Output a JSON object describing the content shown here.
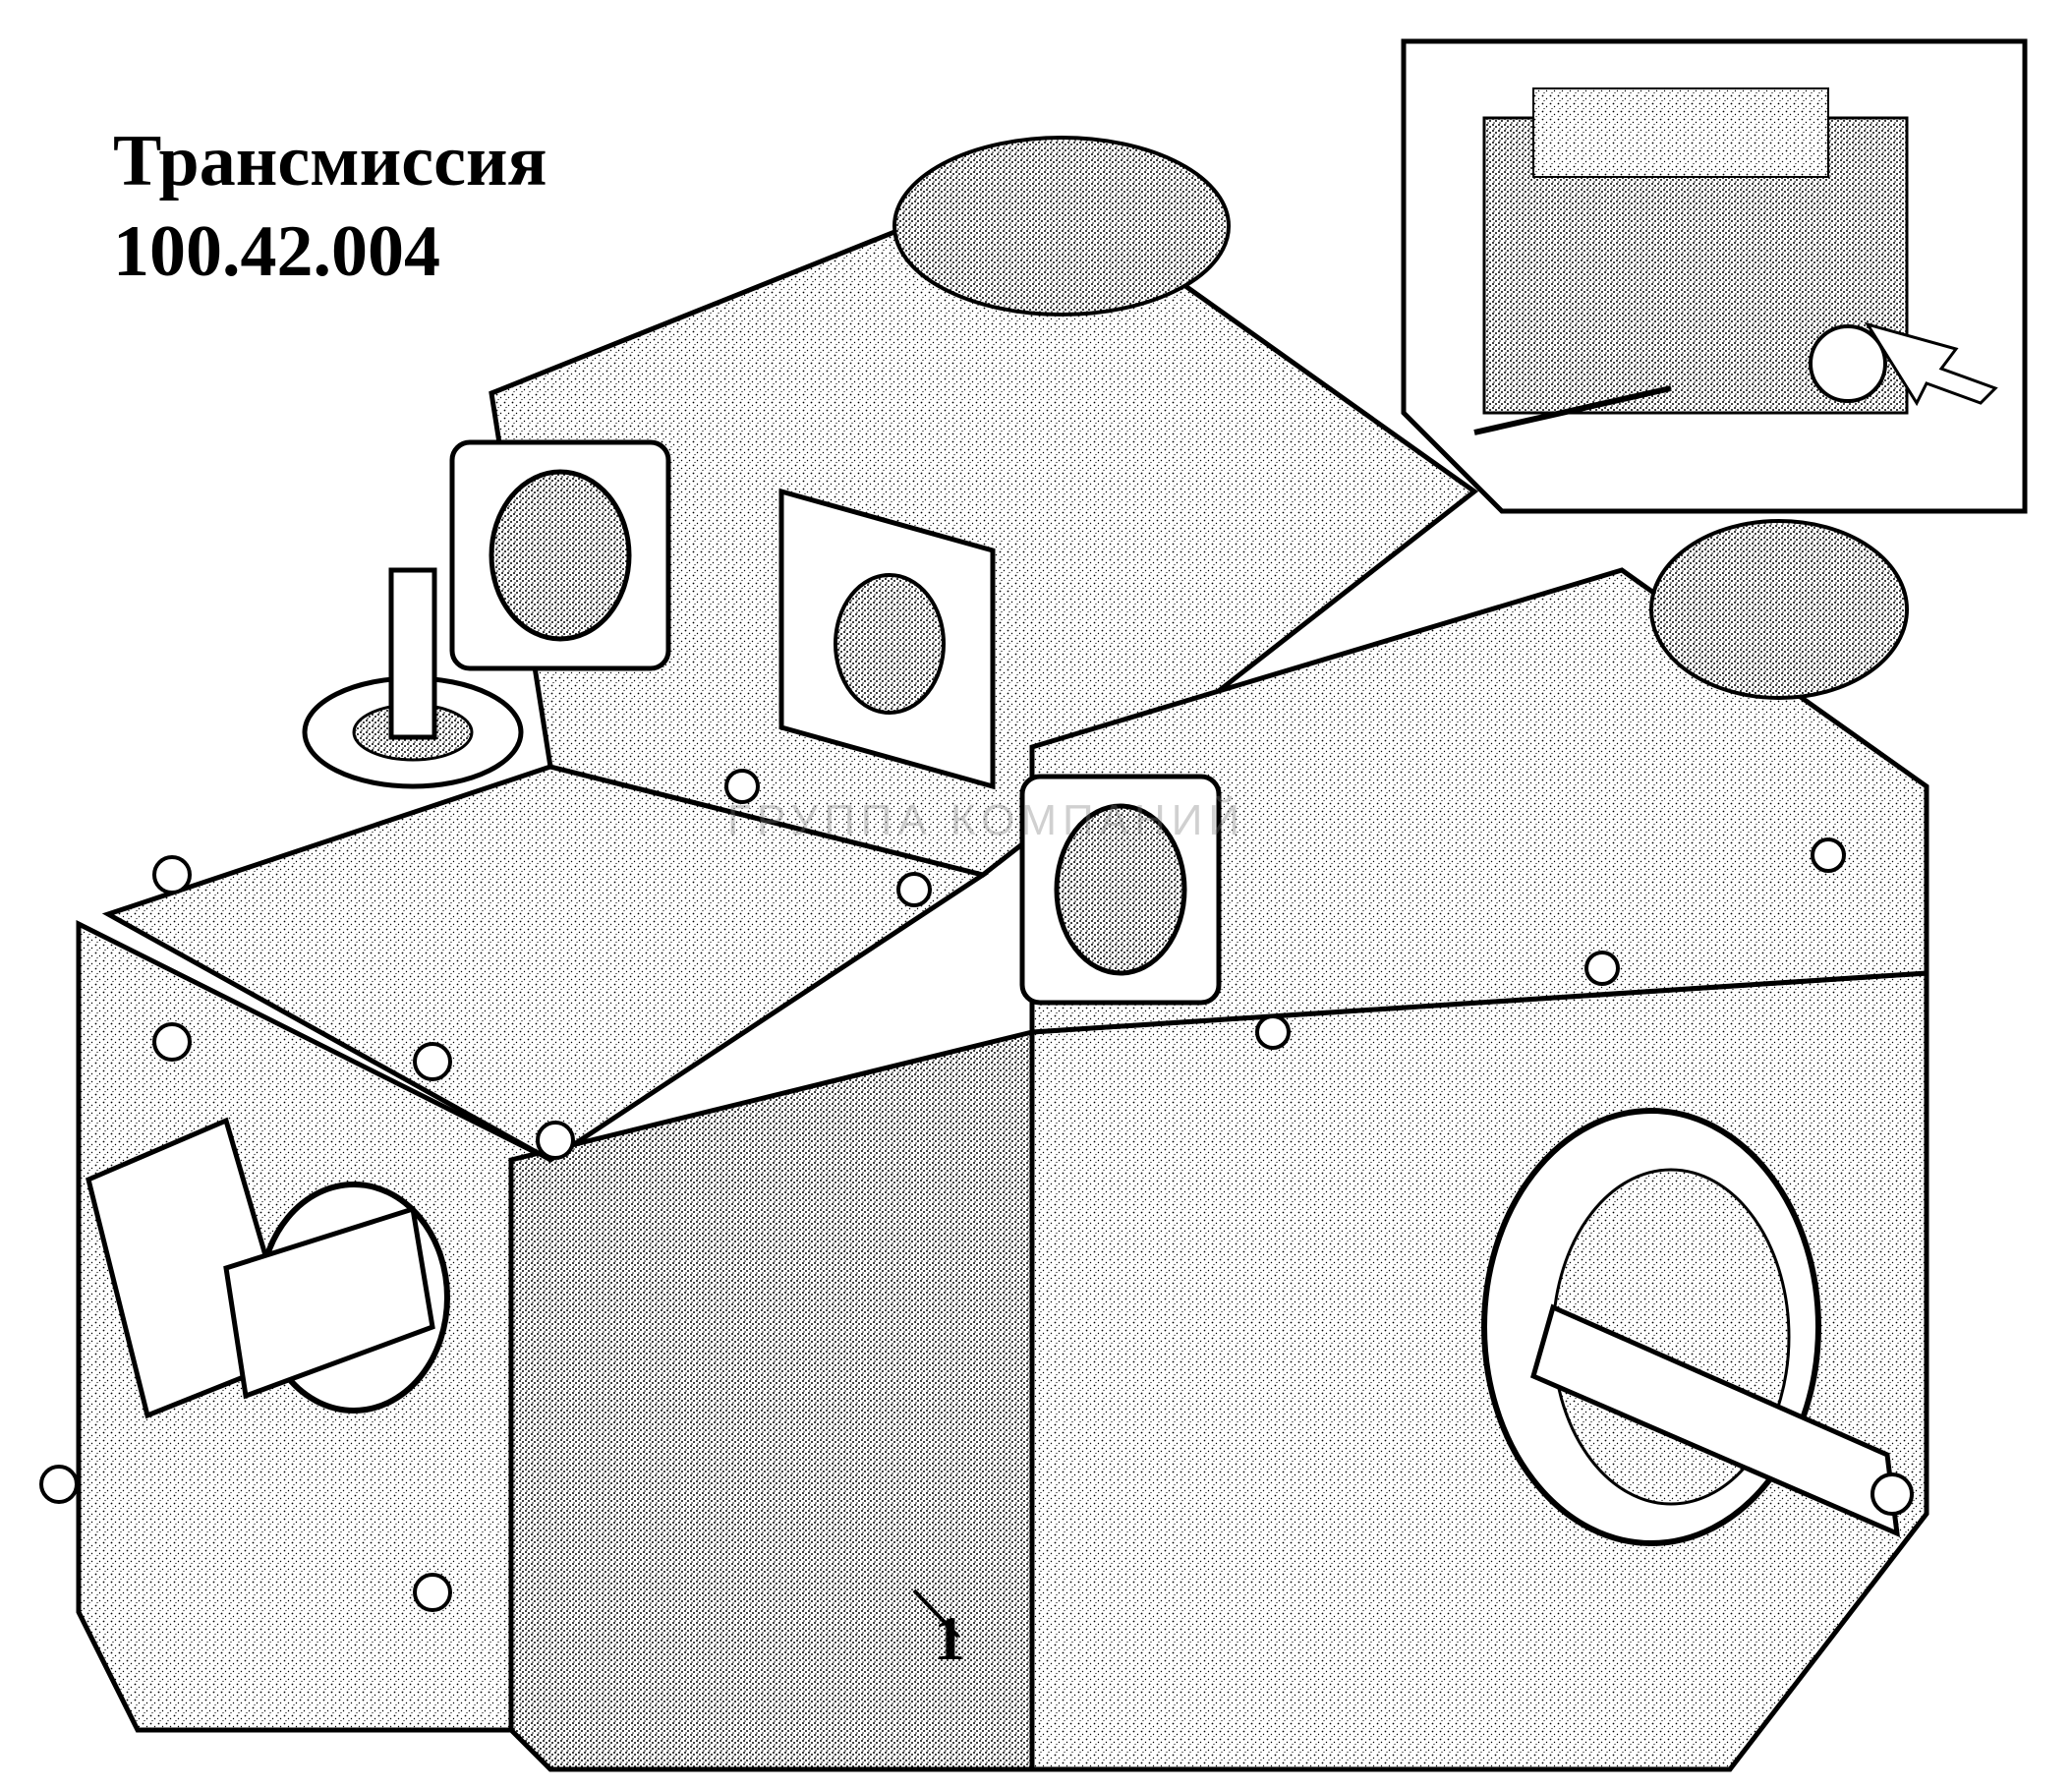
{
  "title": {
    "line1": "Трансмиссия",
    "line2": "100.42.004"
  },
  "callouts": [
    {
      "label": "1"
    }
  ],
  "watermark": {
    "text": "ГРУППА КОМПАНИЙ"
  },
  "colors": {
    "ink": "#000000",
    "shade": "#9a9a9a",
    "paper": "#ffffff"
  }
}
